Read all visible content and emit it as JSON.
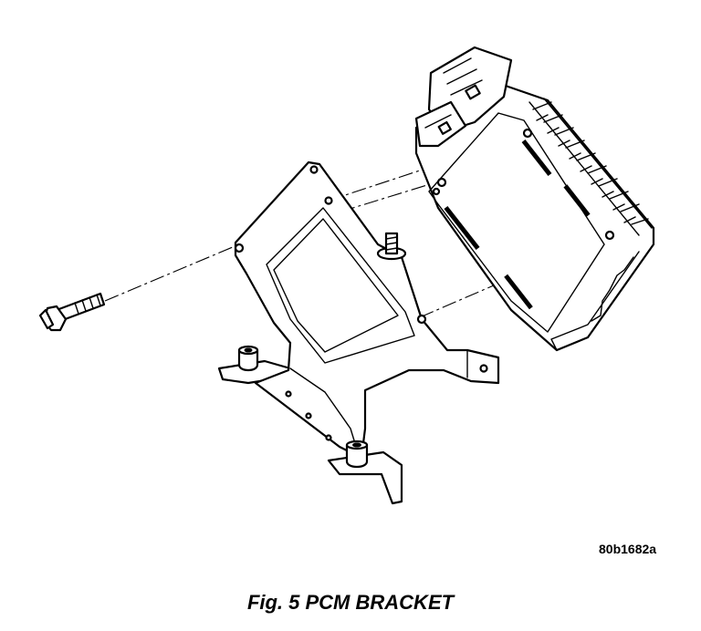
{
  "figure": {
    "reference_number": "80b1682a",
    "caption": "Fig. 5 PCM BRACKET"
  },
  "colors": {
    "line": "#000000",
    "background": "#ffffff"
  },
  "parts": [
    "pcm-module",
    "mounting-bracket",
    "mounting-bolt",
    "bracket-stud",
    "bracket-mounting-tabs"
  ]
}
